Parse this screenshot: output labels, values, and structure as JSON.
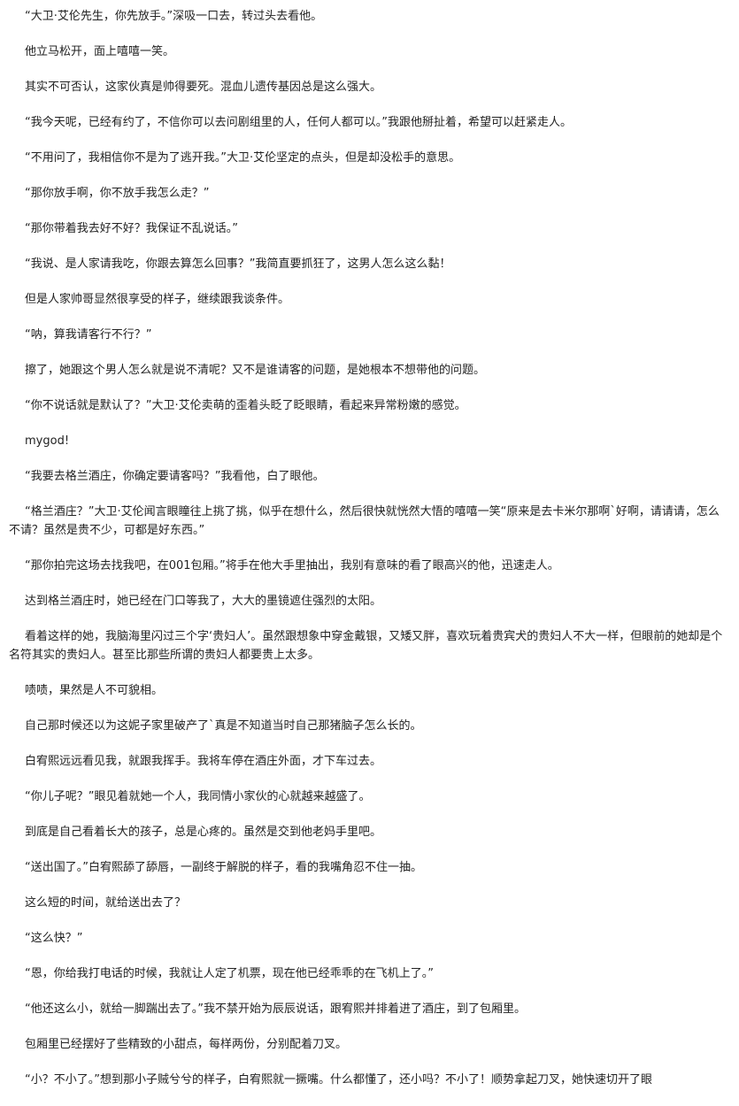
{
  "document": {
    "paragraphs": [
      "“大卫·艾伦先生，你先放手。”深吸一口去，转过头去看他。",
      "他立马松开，面上嘻嘻一笑。",
      "其实不可否认，这家伙真是帅得要死。混血儿遗传基因总是这么强大。",
      "“我今天呢，已经有约了，不信你可以去问剧组里的人，任何人都可以。”我跟他掰扯着，希望可以赶紧走人。",
      "“不用问了，我相信你不是为了逃开我。”大卫·艾伦坚定的点头，但是却没松手的意思。",
      "“那你放手啊，你不放手我怎么走？”",
      "“那你带着我去好不好？我保证不乱说话。”",
      "“我说、是人家请我吃，你跟去算怎么回事？”我简直要抓狂了，这男人怎么这么黏！",
      "但是人家帅哥显然很享受的样子，继续跟我谈条件。",
      "“呐，算我请客行不行？”",
      "擦了，她跟这个男人怎么就是说不清呢？又不是谁请客的问题，是她根本不想带他的问题。",
      "“你不说话就是默认了？”大卫·艾伦卖萌的歪着头眨了眨眼睛，看起来异常粉嫩的感觉。",
      "mygod!",
      "“我要去格兰酒庄，你确定要请客吗？”我看他，白了眼他。",
      "“格兰酒庄？”大卫·艾伦闻言眼瞳往上挑了挑，似乎在想什么，然后很快就恍然大悟的嘻嘻一笑“原来是去卡米尔那啊`好啊，请请请，怎么不请？虽然是贵不少，可都是好东西。”",
      "“那你拍完这场去找我吧，在001包厢。”将手在他大手里抽出，我别有意味的看了眼高兴的他，迅速走人。",
      "达到格兰酒庄时，她已经在门口等我了，大大的墨镜遮住强烈的太阳。",
      "看着这样的她，我脑海里闪过三个字‘贵妇人’。虽然跟想象中穿金戴银，又矮又胖，喜欢玩着贵宾犬的贵妇人不大一样，但眼前的她却是个名符其实的贵妇人。甚至比那些所谓的贵妇人都要贵上太多。",
      "啧啧，果然是人不可貌相。",
      "自己那时候还以为这妮子家里破产了`真是不知道当时自己那猪脑子怎么长的。",
      "白宥熙远远看见我，就跟我挥手。我将车停在酒庄外面，才下车过去。",
      "“你儿子呢？”眼见着就她一个人，我同情小家伙的心就越来越盛了。",
      "到底是自己看着长大的孩子，总是心疼的。虽然是交到他老妈手里吧。",
      "“送出国了。”白宥熙舔了舔唇，一副终于解脱的样子，看的我嘴角忍不住一抽。",
      "这么短的时间，就给送出去了？",
      "“这么快？”",
      "“恩，你给我打电话的时候，我就让人定了机票，现在他已经乖乖的在飞机上了。”",
      "“他还这么小，就给一脚踹出去了。”我不禁开始为辰辰说话，跟宥熙并排着进了酒庄，到了包厢里。",
      "包厢里已经摆好了些精致的小甜点，每样两份，分别配着刀叉。",
      "“小？不小了。”想到那小子贼兮兮的样子，白宥熙就一撅嘴。什么都懂了，还小吗？不小了！顺势拿起刀叉，她快速切开了眼"
    ]
  }
}
